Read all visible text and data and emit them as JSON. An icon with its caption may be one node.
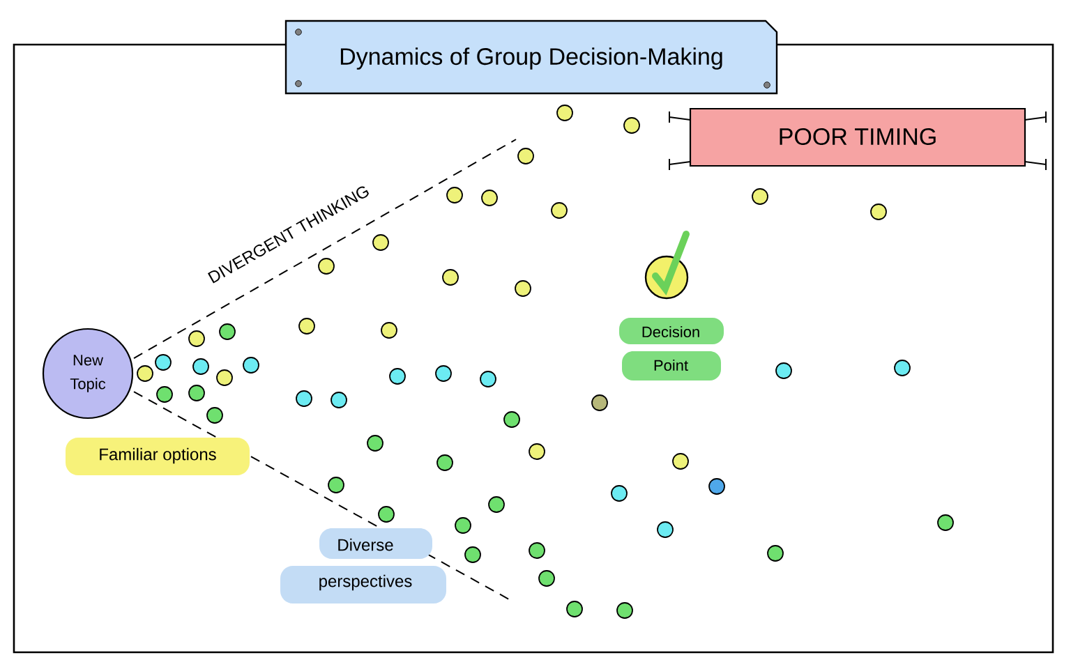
{
  "diagram": {
    "title": "Dynamics of Group Decision-Making",
    "nodes": [
      {
        "text": [
          "New Topic"
        ]
      },
      {
        "text": [
          "POOR TIMING"
        ]
      },
      {
        "text": [
          "Decision Point"
        ]
      },
      {
        "text": [
          "Familiar options"
        ]
      },
      {
        "text": [
          "Diverse perspectives"
        ]
      }
    ],
    "labels": [
      "DIVERGENT THINKING"
    ]
  }
}
